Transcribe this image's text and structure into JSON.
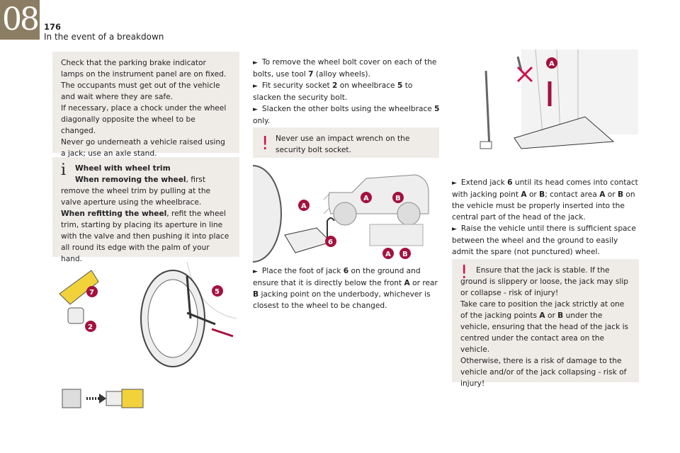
{
  "header": {
    "chapter": "08",
    "page_number": "176",
    "section_title": "In the event of a breakdown"
  },
  "left": {
    "box1": [
      "Check that the parking brake indicator lamps on the instrument panel are on fixed.",
      "The occupants must get out of the vehicle and wait where they are safe.",
      "If necessary, place a chock under the wheel diagonally opposite the wheel to be changed.",
      "Never go underneath a vehicle raised using a jack; use an axle stand."
    ],
    "info": {
      "title": "Wheel with wheel trim",
      "removing_bold": "When removing the wheel",
      "removing_text": ", first remove the wheel trim by pulling at the valve aperture using the wheelbrace.",
      "refitting_bold": "When refitting the wheel",
      "refitting_text": ", refit the wheel trim, starting by placing its aperture in line with the valve and then pushing it into place all round its edge with the palm of your hand."
    },
    "figure_labels": [
      "7",
      "5",
      "2"
    ]
  },
  "middle": {
    "step1": {
      "a": "To remove the wheel bolt cover on each of the bolts, use tool ",
      "b": "7",
      "c": " (alloy wheels)."
    },
    "step2": {
      "a": "Fit security socket ",
      "b": "2",
      "c": " on wheelbrace ",
      "d": "5",
      "e": " to slacken the security bolt."
    },
    "step3": {
      "a": "Slacken the other bolts using the wheelbrace ",
      "b": "5",
      "c": " only."
    },
    "warning": "Never use an impact wrench on the security bolt socket.",
    "figure_labels": [
      "A",
      "6",
      "A",
      "B",
      "A",
      "B"
    ],
    "step4": {
      "a": "Place the foot of jack ",
      "b": "6",
      "c": " on the ground and ensure that it is directly below the front ",
      "d": "A",
      "e": " or rear ",
      "f": "B",
      "g": " jacking point on the underbody, whichever is closest to the wheel to be changed."
    }
  },
  "right": {
    "figure_labels": [
      "A"
    ],
    "step5": {
      "a": "Extend jack ",
      "b": "6",
      "c": " until its head comes into contact with jacking point ",
      "d": "A",
      "e": " or ",
      "f": "B",
      "g": "; contact area ",
      "h": "A",
      "i": " or ",
      "j": "B",
      "k": " on the vehicle must be properly inserted into the central part of the head of the jack."
    },
    "step6": "Raise the vehicle until there is sufficient space between the wheel and the ground to easily admit the spare (not punctured) wheel.",
    "warning": {
      "p1": "Ensure that the jack is stable. If the ground is slippery or loose, the jack may slip or collapse - risk of injury!",
      "p2a": "Take care to position the jack strictly at one of the jacking points ",
      "p2b": "A",
      "p2c": " or ",
      "p2d": "B",
      "p2e": " under the vehicle, ensuring that the head of the jack is centred under the contact area on the vehicle.",
      "p3": "Otherwise, there is a risk of damage to the vehicle and/or of the jack collapsing - risk of injury!"
    }
  },
  "colors": {
    "chapter": "#8b7d63",
    "box": "#efece8",
    "warning": "#d0104c",
    "badge": "#a3123f"
  }
}
